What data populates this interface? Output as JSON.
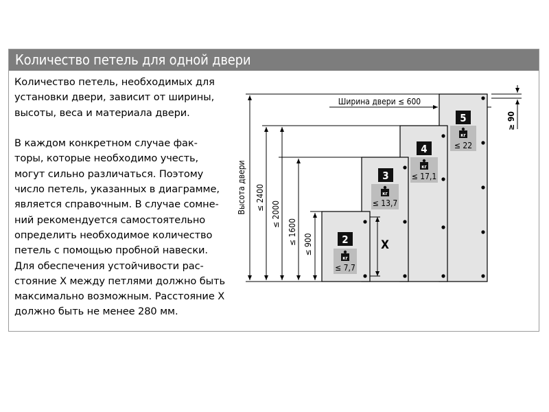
{
  "header": {
    "title": "Количество петель для одной двери"
  },
  "body_text": "Количество петель, необходимых для\nустановки двери, зависит от ширины,\nвысоты, веса и материала двери.\n\nВ каждом конкретном случае фак-\nторы, которые необходимо учесть,\nмогут сильно различаться. Поэтому\nчисло петель, указанных в диаграмме,\nявляется справочным. В случае сомне-\nний рекомендуется самостоятельно\nопределить необходимое количество\nпетель с помощью пробной навески.\nДля обеспечения устойчивости рас-\nстояние X между петлями должно быть\nмаксимально возможным. Расстояние X\nдолжно быть не менее 280 мм.",
  "diagram": {
    "height_axis_label": "Высота двери",
    "width_label": "Ширина двери ≤ 600",
    "top_offset_label": "≥ 90",
    "x_label": "X",
    "weight_unit": "кг",
    "heights": [
      {
        "label": "≤ 2400"
      },
      {
        "label": "≤ 2000"
      },
      {
        "label": "≤ 1600"
      },
      {
        "label": "≤ 900"
      }
    ],
    "doors": [
      {
        "hinges": "2",
        "weight": "≤ 7,7"
      },
      {
        "hinges": "3",
        "weight": "≤ 13,7"
      },
      {
        "hinges": "4",
        "weight": "≤ 17,1"
      },
      {
        "hinges": "5",
        "weight": "≤ 22"
      }
    ],
    "colors": {
      "door_fill": "#e4e4e4",
      "badge_bg": "#bdbdbd",
      "number_bg": "#111111",
      "header_bg": "#7d7d7d"
    }
  }
}
